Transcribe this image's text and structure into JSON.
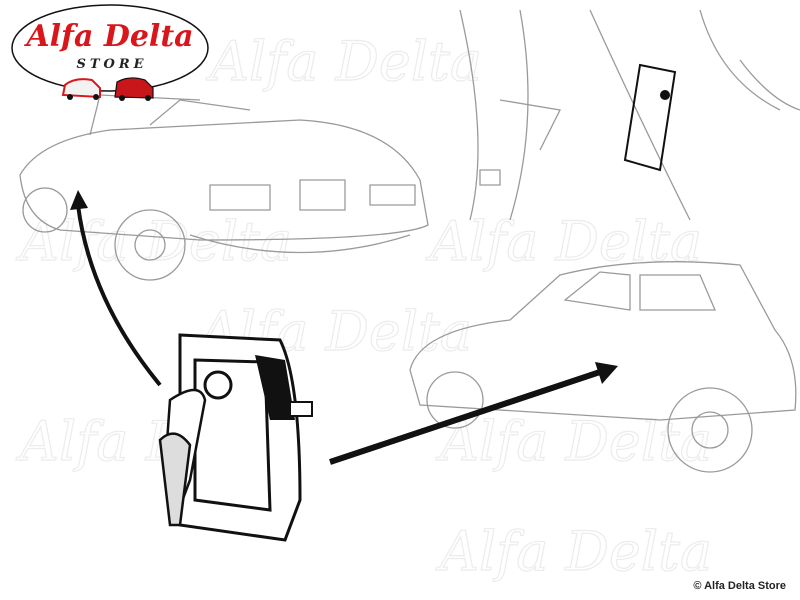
{
  "logo": {
    "title": "Alfa Delta",
    "subtitle": "STORE"
  },
  "watermark": "Alfa Delta",
  "copyright": "© Alfa Delta Store",
  "colors": {
    "brand_red": "#d8161b",
    "line_gray": "#9a9a9a",
    "ink": "#111111"
  }
}
